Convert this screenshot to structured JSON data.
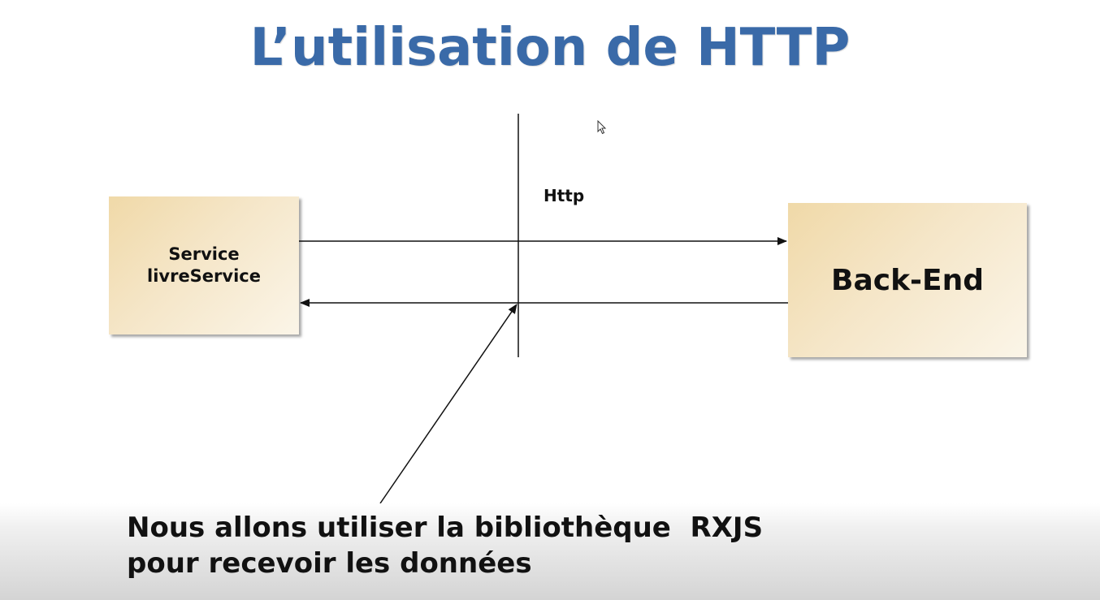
{
  "slide": {
    "title": "L’utilisation de HTTP"
  },
  "diagram": {
    "service_box": {
      "line1": "Service",
      "line2": "livreService"
    },
    "backend_box": {
      "label": "Back-End"
    },
    "http_label": "Http",
    "caption": {
      "line1": "Nous allons utiliser la bibliothèque  RXJS",
      "line2": "pour recevoir les données"
    }
  },
  "colors": {
    "title": "#3a6aa8",
    "box_fill": "#f5e6c8",
    "line": "#111111"
  },
  "icons": {
    "cursor": "mouse-pointer-icon"
  }
}
